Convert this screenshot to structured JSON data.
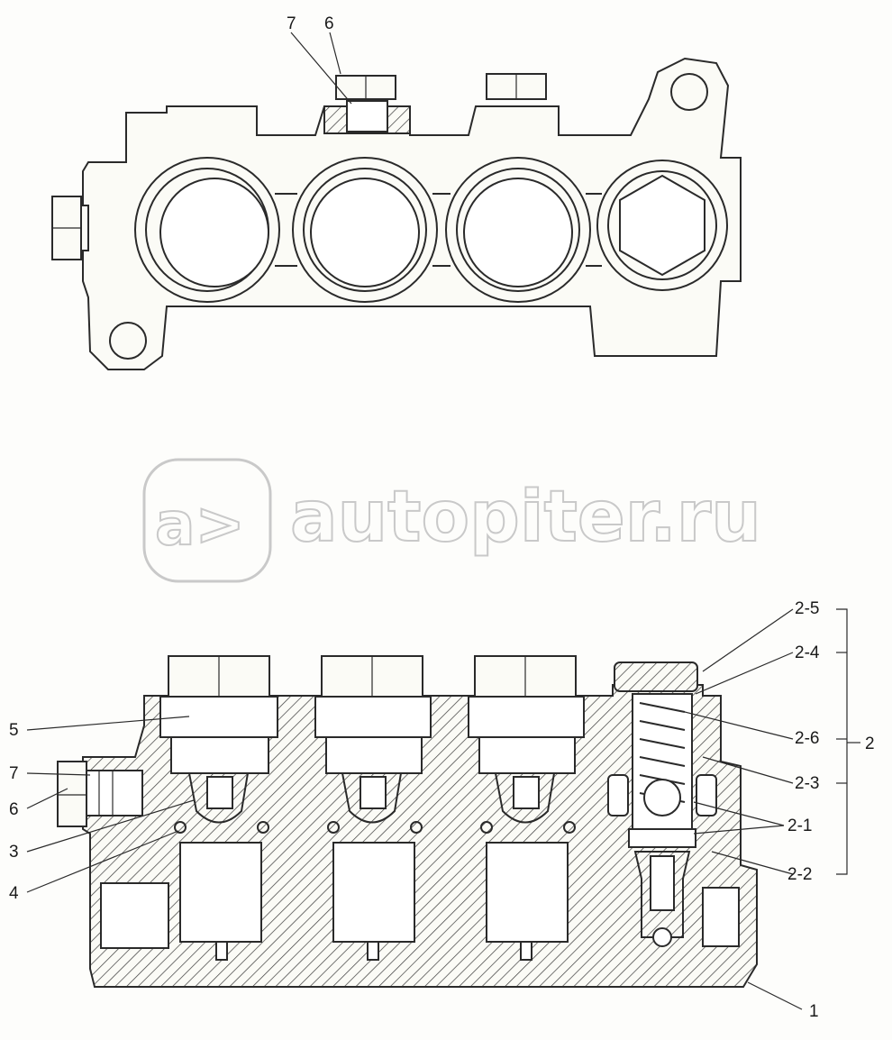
{
  "watermark": {
    "mark": "a>",
    "text": "autopiter.ru"
  },
  "top_view": {
    "callouts": [
      "7",
      "6"
    ]
  },
  "section_view": {
    "left_callouts": [
      "5",
      "7",
      "6",
      "3",
      "4"
    ],
    "right_callouts": [
      "2-5",
      "2-4",
      "2-6",
      "2-3",
      "2-1",
      "2-2",
      "1"
    ],
    "group_label": "2"
  }
}
